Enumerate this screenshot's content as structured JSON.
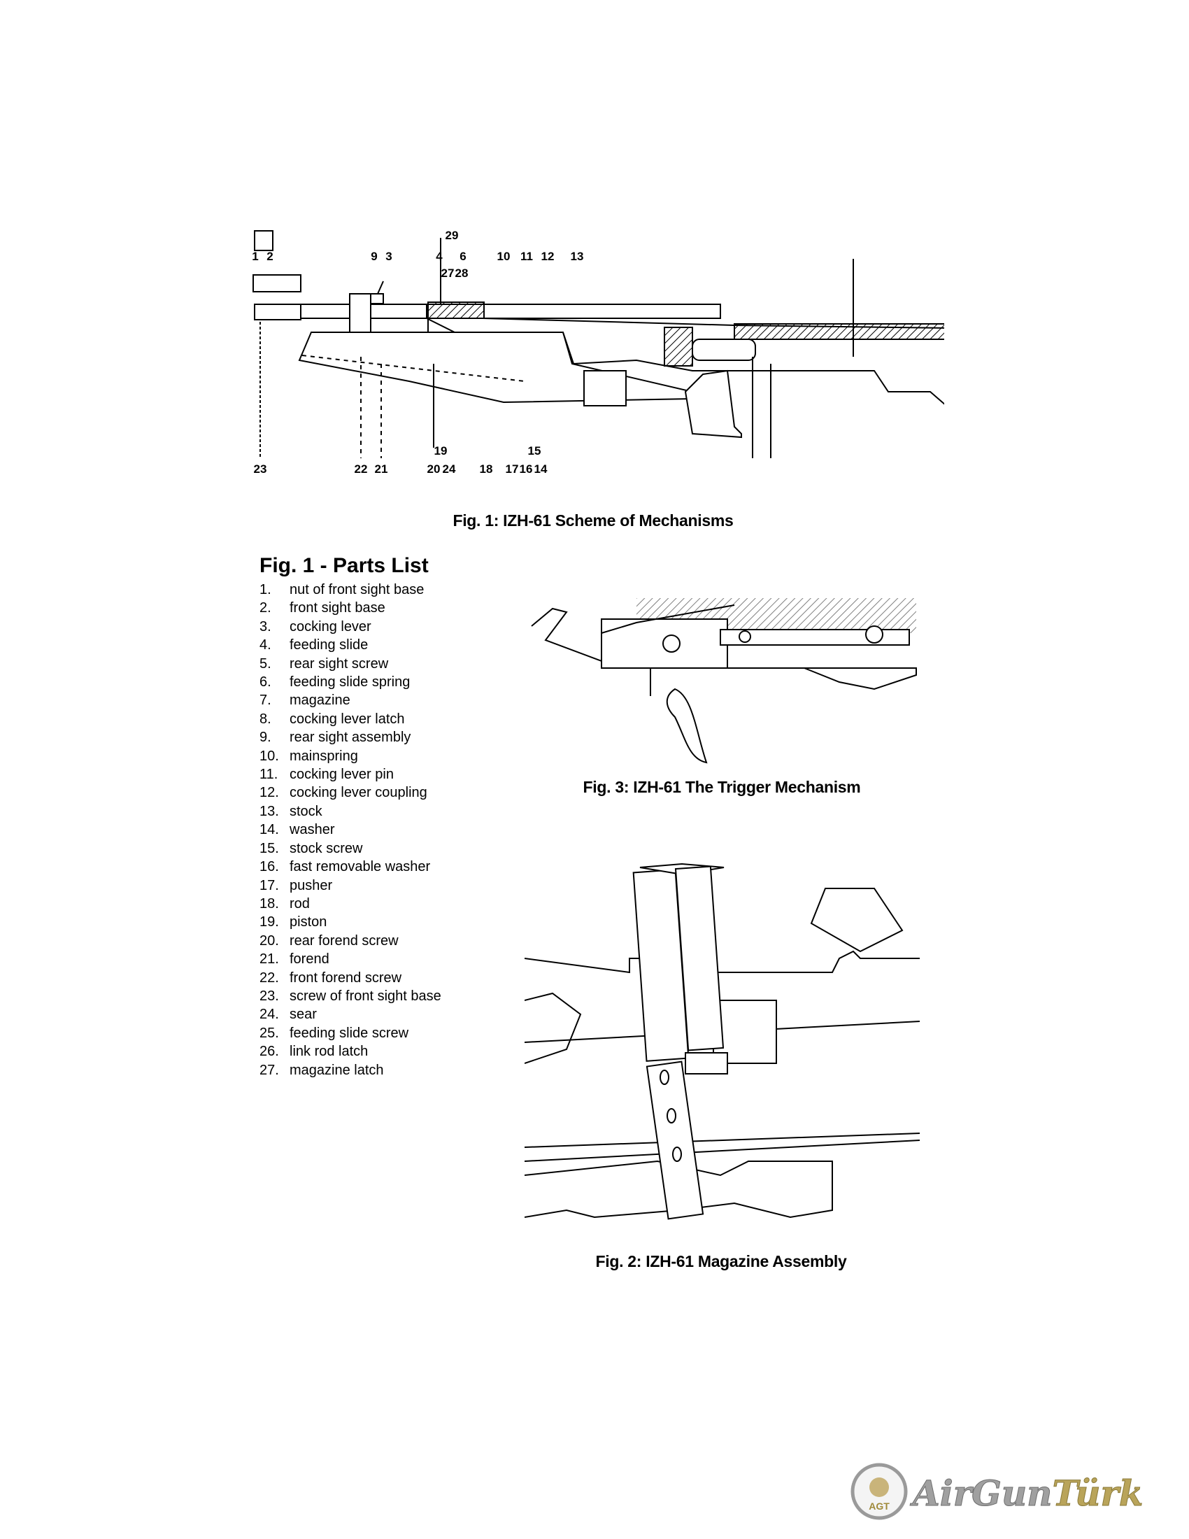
{
  "figure1": {
    "caption": "Fig. 1: IZH-61 Scheme of Mechanisms",
    "labels_top": [
      "1",
      "2",
      "9",
      "3",
      "4",
      "27",
      "28",
      "29",
      "6",
      "10",
      "11",
      "12",
      "13"
    ],
    "labels_bottom": [
      "23",
      "22",
      "21",
      "20",
      "19",
      "24",
      "18",
      "17",
      "16",
      "15",
      "14"
    ]
  },
  "parts_list": {
    "title": "Fig. 1 - Parts List",
    "items": [
      {
        "num": "1.",
        "name": "nut of front sight base"
      },
      {
        "num": "2.",
        "name": "front sight base"
      },
      {
        "num": "3.",
        "name": "cocking lever"
      },
      {
        "num": "4.",
        "name": "feeding slide"
      },
      {
        "num": "5.",
        "name": "rear sight screw"
      },
      {
        "num": "6.",
        "name": "feeding slide spring"
      },
      {
        "num": "7.",
        "name": "magazine"
      },
      {
        "num": "8.",
        "name": "cocking lever latch"
      },
      {
        "num": "9.",
        "name": "rear sight assembly"
      },
      {
        "num": "10.",
        "name": "mainspring"
      },
      {
        "num": "11.",
        "name": "cocking lever pin"
      },
      {
        "num": "12.",
        "name": "cocking lever coupling"
      },
      {
        "num": "13.",
        "name": "stock"
      },
      {
        "num": "14.",
        "name": "washer"
      },
      {
        "num": "15.",
        "name": "stock screw"
      },
      {
        "num": "16.",
        "name": "fast removable washer"
      },
      {
        "num": "17.",
        "name": "pusher"
      },
      {
        "num": "18.",
        "name": "rod"
      },
      {
        "num": "19.",
        "name": "piston"
      },
      {
        "num": "20.",
        "name": "rear forend screw"
      },
      {
        "num": "21.",
        "name": "forend"
      },
      {
        "num": "22.",
        "name": "front forend screw"
      },
      {
        "num": "23.",
        "name": "screw of front sight base"
      },
      {
        "num": "24.",
        "name": "sear"
      },
      {
        "num": "25.",
        "name": "feeding slide screw"
      },
      {
        "num": "26.",
        "name": "link rod latch"
      },
      {
        "num": "27.",
        "name": "magazine latch"
      }
    ]
  },
  "figure3": {
    "caption": "Fig. 3: IZH-61 The Trigger Mechanism"
  },
  "figure2": {
    "caption": "Fig. 2: IZH-61 Magazine Assembly"
  },
  "logo": {
    "text": "AirGunTürk",
    "badge": "AGT",
    "colors": {
      "silver": "#9a9a9a",
      "gold": "#b9a45a"
    }
  }
}
